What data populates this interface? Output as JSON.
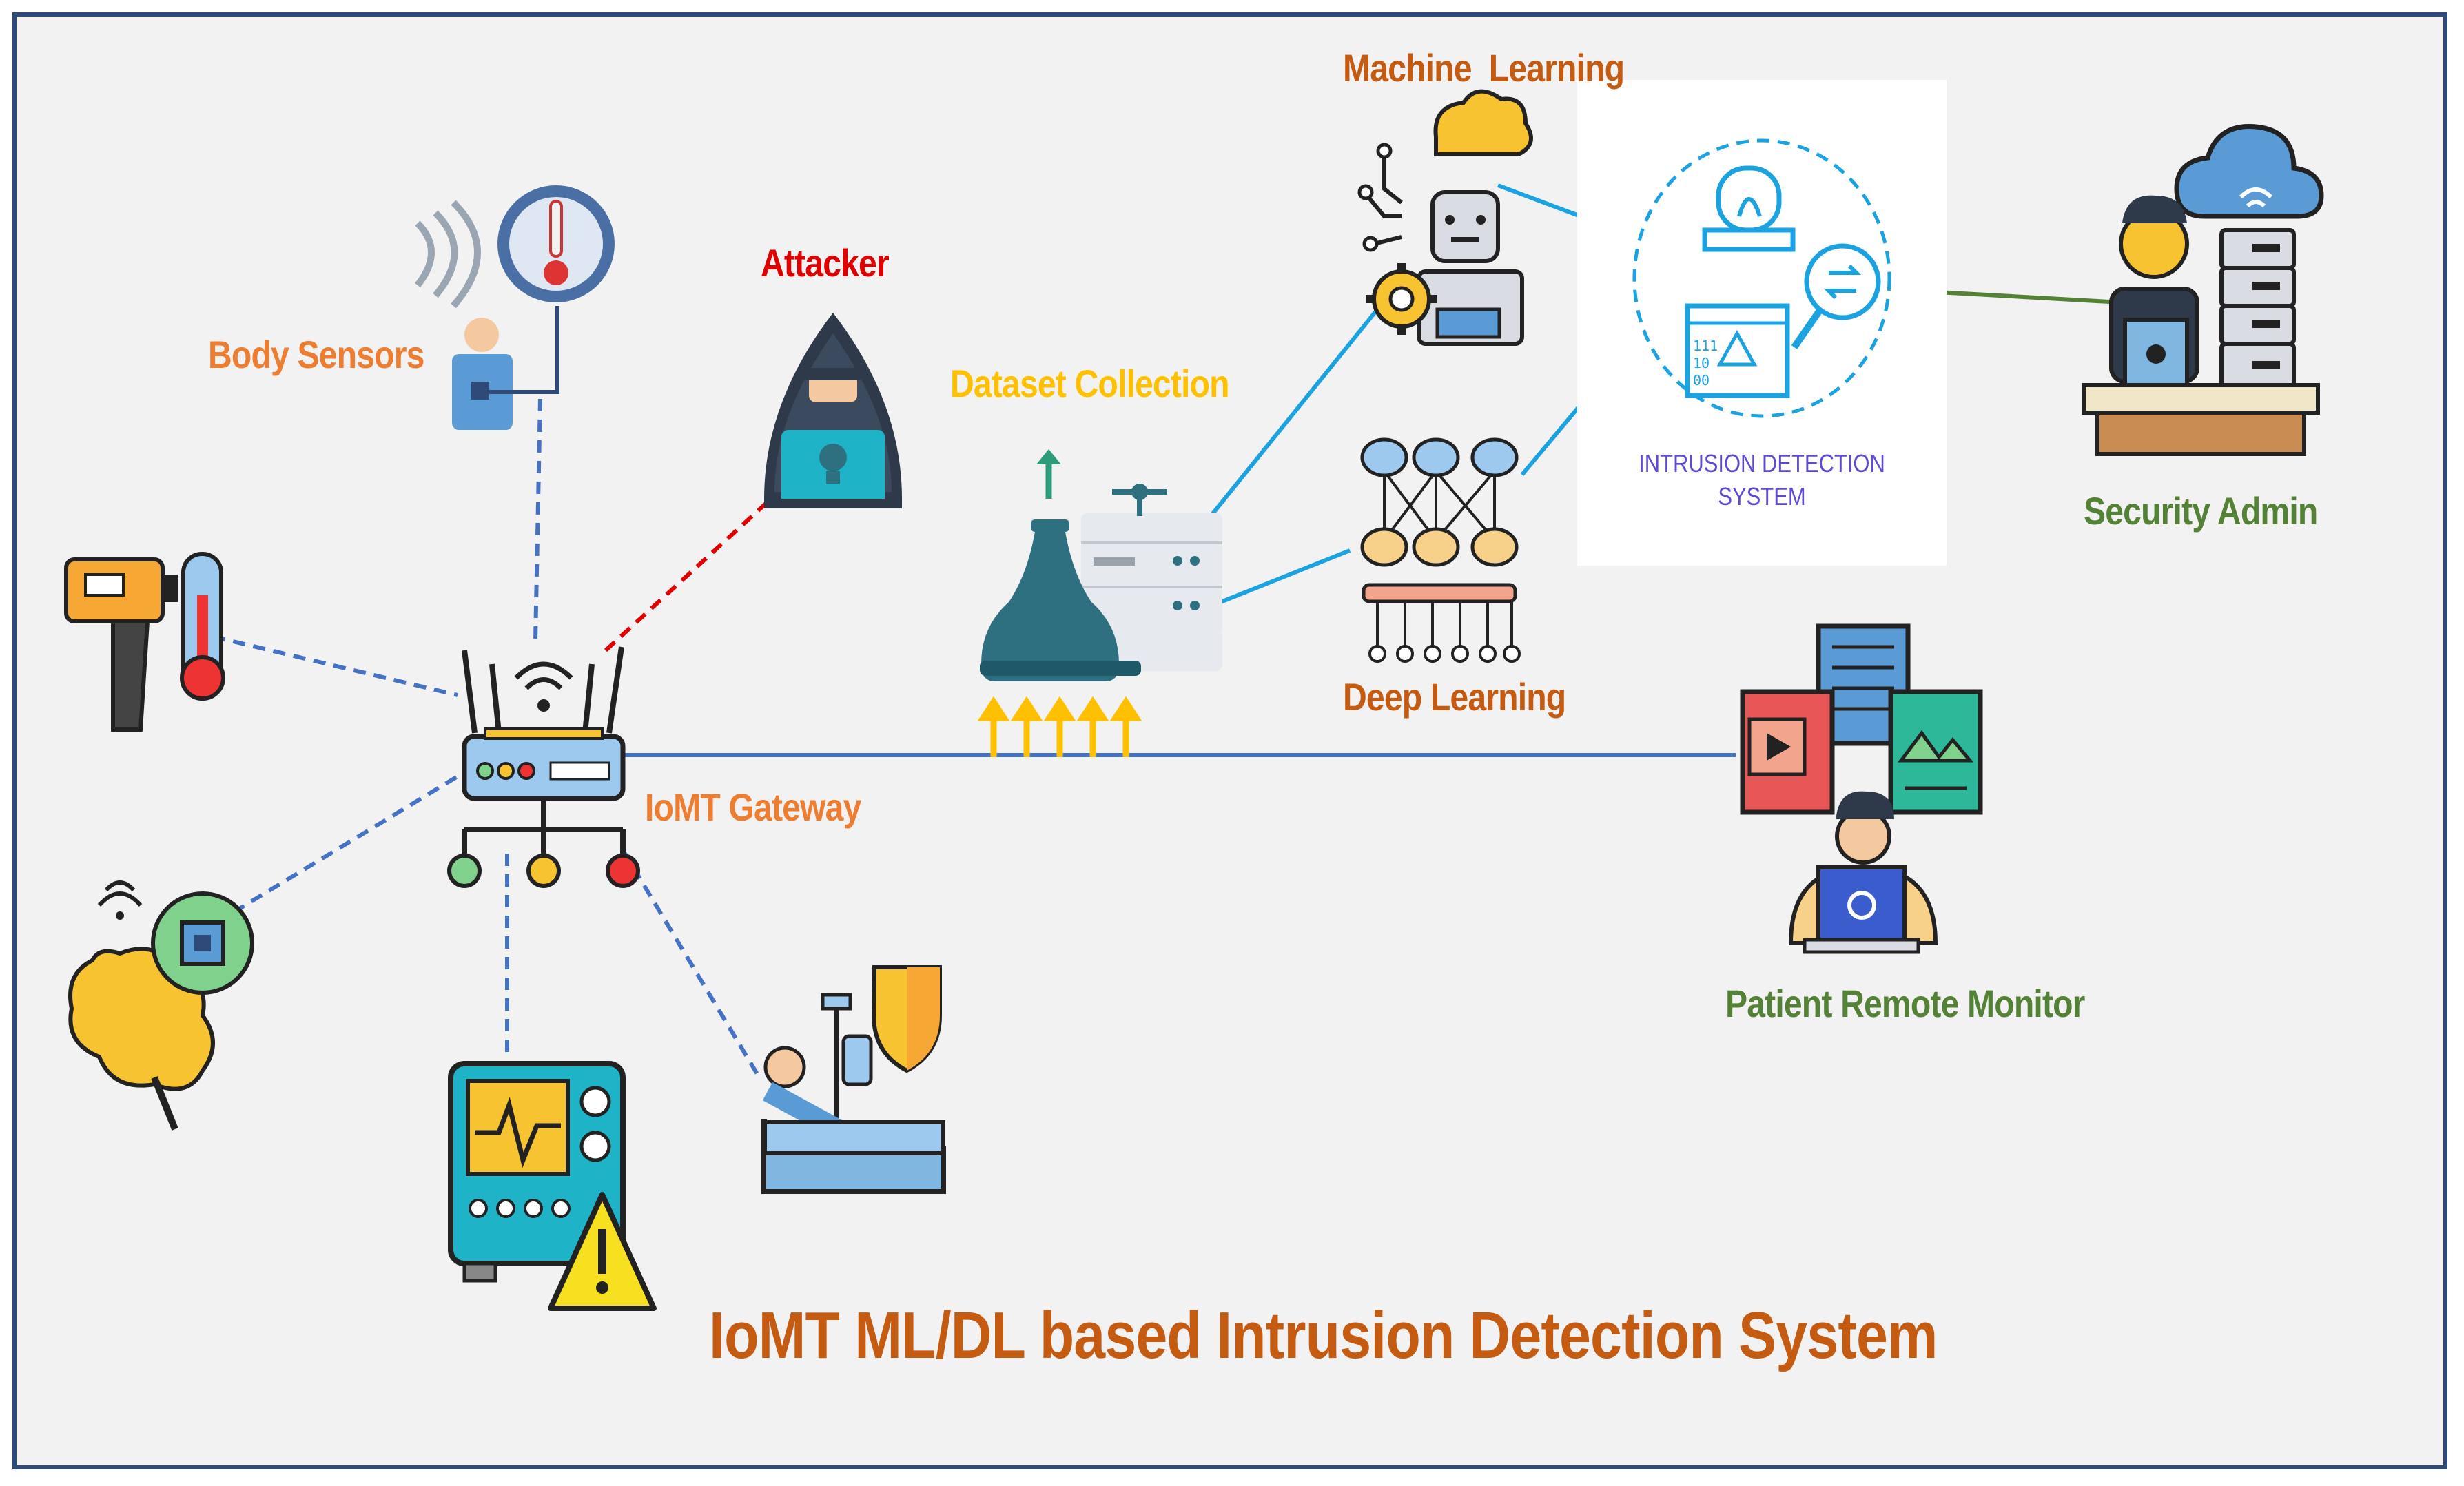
{
  "title": "IoMT ML/DL based Intrusion Detection System",
  "labels": {
    "body_sensors": "Body Sensors",
    "attacker": "Attacker",
    "dataset_collection": "Dataset Collection",
    "machine_learning": "Machine  Learning",
    "deep_learning": "Deep Learning",
    "iomt_gateway": "IoMT Gateway",
    "ids_line1": "INTRUSION DETECTION",
    "ids_line2": "SYSTEM",
    "security_admin": "Security Admin",
    "patient_remote_monitor": "Patient Remote Monitor"
  },
  "colors": {
    "background": "#f2f2f2",
    "frame": "#2e4a78",
    "title": "#c55a11",
    "orange_label": "#ed7d31",
    "attacker_label": "#e00000",
    "dataset_label": "#ffc000",
    "green_label": "#538135",
    "ids_text": "#5b4bd6",
    "dashed_link": "#4472c4",
    "attack_link": "#e00000",
    "ml_link": "#1aa3e0",
    "solid_link": "#4472c4",
    "admin_link": "#538135"
  },
  "icons": {
    "gateway": "router-icon",
    "body_sensor": "body-temperature-sensor-icon",
    "thermometer_gun": "infrared-thermometer-icon",
    "brain_chip": "brain-chip-icon",
    "ecg_monitor": "ecg-monitor-warning-icon",
    "patient_bed": "patient-bed-shield-icon",
    "attacker": "hacker-icon",
    "dataset": "database-server-icon",
    "ml": "robot-brain-icon",
    "dl": "neural-network-icon",
    "ids": "intrusion-detection-icon",
    "admin": "security-admin-icon",
    "monitor": "remote-monitor-icon"
  }
}
